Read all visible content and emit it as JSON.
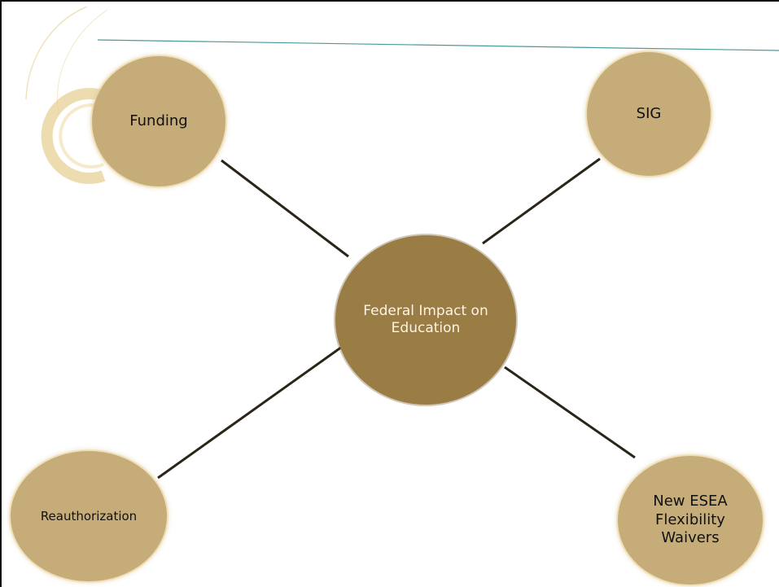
{
  "diagram": {
    "center": {
      "label": "Federal Impact on\nEducation"
    },
    "satellites": [
      {
        "id": "funding",
        "label": "Funding"
      },
      {
        "id": "sig",
        "label": "SIG"
      },
      {
        "id": "reauthorization",
        "label": "Reauthorization"
      },
      {
        "id": "esea",
        "label": "New ESEA\nFlexibility\nWaivers"
      }
    ]
  },
  "colors": {
    "node_fill": "#c5ac78",
    "center_fill": "#9a7c45",
    "connector": "#2b2418",
    "accent_line": "#4a9a9a",
    "ring": "#e6d095"
  }
}
